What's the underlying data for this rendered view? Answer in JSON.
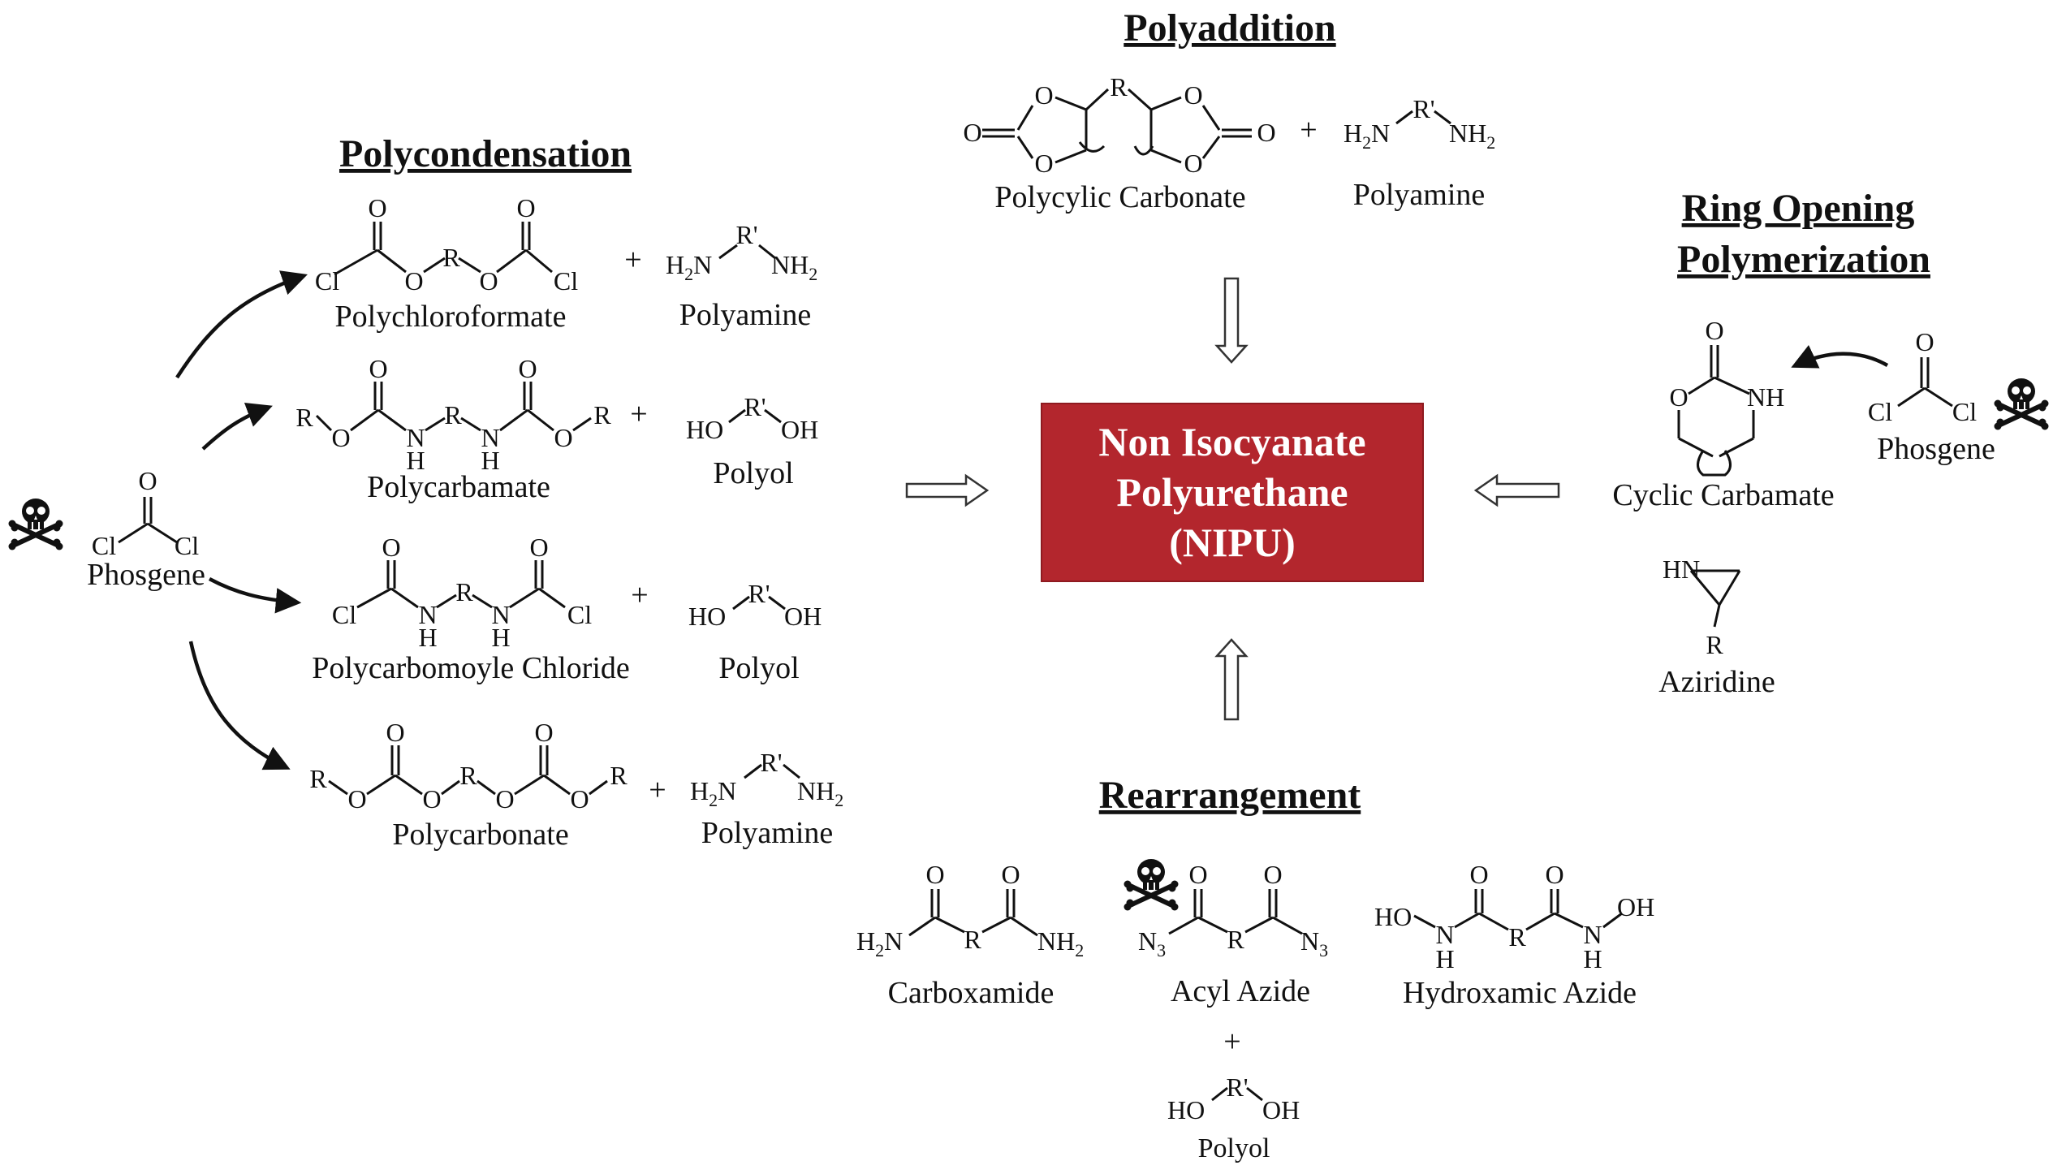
{
  "headings": {
    "polycondensation": "Polycondensation",
    "polyaddition": "Polyaddition",
    "ring_opening_1": "Ring Opening",
    "ring_opening_2": "Polymerization",
    "rearrangement": "Rearrangement"
  },
  "center": {
    "line1": "Non Isocyanate",
    "line2": "Polyurethane",
    "line3": "(NIPU)",
    "color": "#b3262d"
  },
  "names": {
    "phosgene": "Phosgene",
    "polychloroformate": "Polychloroformate",
    "polycarbamate": "Polycarbamate",
    "polycarbomoyle_chloride": "Polycarbomoyle Chloride",
    "polycarbonate": "Polycarbonate",
    "polyamine": "Polyamine",
    "polyol": "Polyol",
    "polycyclic_carbonate": "Polycylic Carbonate",
    "cyclic_carbamate": "Cyclic Carbamate",
    "aziridine": "Aziridine",
    "carboxamide": "Carboxamide",
    "acyl_azide": "Acyl Azide",
    "hydroxamic_azide": "Hydroxamic Azide"
  },
  "atoms": {
    "O": "O",
    "Cl": "Cl",
    "R": "R",
    "Rp": "R'",
    "N": "N",
    "H": "H",
    "NH": "NH",
    "HN": "HN",
    "HO": "HO",
    "OH": "OH",
    "H2N": "H",
    "NH2": "NH",
    "two": "2",
    "three": "3",
    "N3": "N",
    "plus": "+"
  },
  "icons": {
    "hazard": "skull-crossbones-icon",
    "arrow": "hollow-arrow-icon",
    "curved": "curved-arrow-icon"
  }
}
